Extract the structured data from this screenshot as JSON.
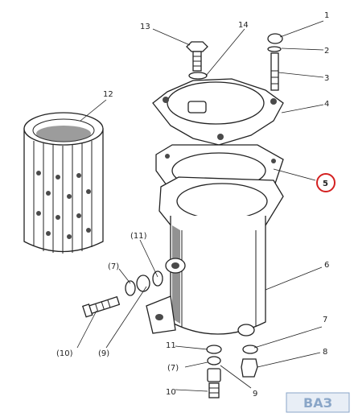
{
  "labels": {
    "l1": "1",
    "l2": "2",
    "l3": "3",
    "l4": "4",
    "l5": "5",
    "l6": "6",
    "l7": "7",
    "l8": "8",
    "l12": "12",
    "l13": "13",
    "l14": "14",
    "l11p": "(11)",
    "l7p": "(7)",
    "l10p": "(10)",
    "l9p": "(9)",
    "l11b": "11",
    "l7pb": "(7)",
    "l9b": "9",
    "l10b": "10"
  },
  "watermark": "ВАЗ",
  "colors": {
    "highlight": "#d42020",
    "ink": "#222222",
    "watermark": "#8aa6c8"
  }
}
